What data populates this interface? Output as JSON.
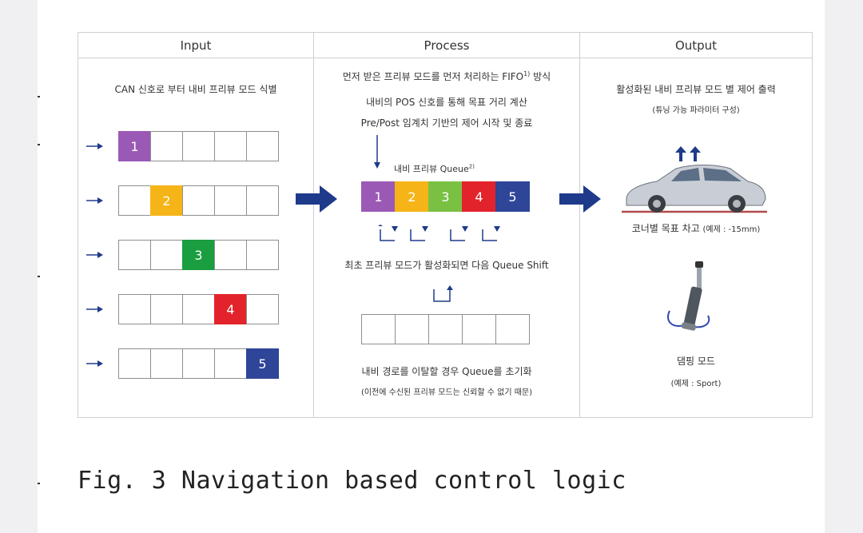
{
  "headers": {
    "input": "Input",
    "process": "Process",
    "output": "Output"
  },
  "input": {
    "description": "CAN 신호로 부터 내비 프리뷰 모드 식별",
    "rows": [
      {
        "label": "1",
        "position": 1,
        "color": "#9b59b6"
      },
      {
        "label": "2",
        "position": 2,
        "color": "#f5b417"
      },
      {
        "label": "3",
        "position": 3,
        "color": "#1a9e3f"
      },
      {
        "label": "4",
        "position": 4,
        "color": "#e3232b"
      },
      {
        "label": "5",
        "position": 5,
        "color": "#2e4598"
      }
    ]
  },
  "process": {
    "line1": "먼저 받은 프리뷰 모드를 먼저 처리하는 FIFO",
    "line1_sup": "1)",
    "line1_end": " 방식",
    "line2": "내비의 POS 신호를 통해 목표 거리 계산",
    "line3": "Pre/Post 임계치 기반의 제어 시작 및 종료",
    "queue_label": "내비 프리뷰 Queue",
    "queue_sup": "2)",
    "queue": [
      {
        "label": "1",
        "color": "#9b59b6"
      },
      {
        "label": "2",
        "color": "#f5b417"
      },
      {
        "label": "3",
        "color": "#7ac143"
      },
      {
        "label": "4",
        "color": "#e3232b"
      },
      {
        "label": "5",
        "color": "#2e4598"
      }
    ],
    "shift_text": "최초 프리뷰 모드가 활성화되면 다음 Queue Shift",
    "reset_text": "내비 경로를 이탈할 경우 Queue를 초기화",
    "reset_note": "(이전에 수신된 프리뷰 모드는 신뢰할 수 없기 때문)"
  },
  "output": {
    "description": "활성화된 내비 프리뷰 모드 별 제어 출력",
    "sub": "(튜닝 가능 파라미터 구성)",
    "height_text": "코너별 목표 차고",
    "height_example": "(예제 : -15mm)",
    "damping_text": "댐핑 모드",
    "damping_example": "(예제 : Sport)"
  },
  "colors": {
    "arrow": "#1f3a8a",
    "border": "#cfcfcf",
    "cell_border": "#8f8f8f"
  },
  "caption": "Fig. 3 Navigation based control logic"
}
